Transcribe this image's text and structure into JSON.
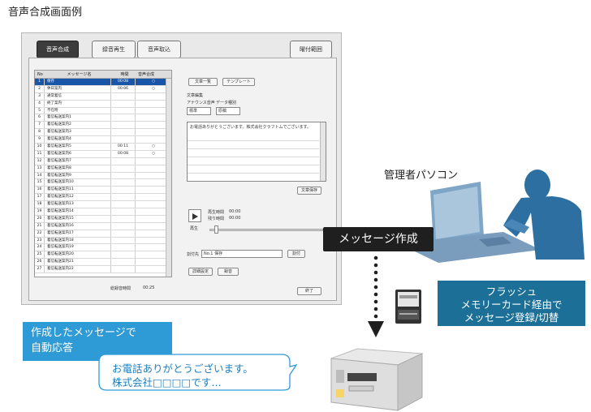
{
  "page_title": "音声合成画面例",
  "app": {
    "tabs": [
      {
        "label": "音声合成",
        "active": true
      },
      {
        "label": "録音再生",
        "active": false
      },
      {
        "label": "音声取込",
        "active": false
      }
    ],
    "right_tab": "曜付範囲",
    "list": {
      "headers": [
        "No",
        "メッセージ名",
        "時間",
        "音声合成"
      ],
      "rows": [
        {
          "num": "1",
          "name": "保存",
          "time": "00:08",
          "flag": "○"
        },
        {
          "num": "2",
          "name": "休日案内",
          "time": "00:06",
          "flag": "○"
        },
        {
          "num": "3",
          "name": "通常着信",
          "time": "",
          "flag": ""
        },
        {
          "num": "4",
          "name": "終了案内",
          "time": "",
          "flag": ""
        },
        {
          "num": "5",
          "name": "不在時",
          "time": "",
          "flag": ""
        },
        {
          "num": "6",
          "name": "着信転送案内1",
          "time": "",
          "flag": ""
        },
        {
          "num": "7",
          "name": "着信転送案内2",
          "time": "",
          "flag": ""
        },
        {
          "num": "8",
          "name": "着信転送案内3",
          "time": "",
          "flag": ""
        },
        {
          "num": "9",
          "name": "着信転送案内4",
          "time": "",
          "flag": ""
        },
        {
          "num": "10",
          "name": "着信転送案内5",
          "time": "00:11",
          "flag": "○"
        },
        {
          "num": "11",
          "name": "着信転送案内6",
          "time": "00:08",
          "flag": "○"
        },
        {
          "num": "12",
          "name": "着信転送案内7",
          "time": "",
          "flag": ""
        },
        {
          "num": "13",
          "name": "着信転送案内8",
          "time": "",
          "flag": ""
        },
        {
          "num": "14",
          "name": "着信転送案内9",
          "time": "",
          "flag": ""
        },
        {
          "num": "15",
          "name": "着信転送案内10",
          "time": "",
          "flag": ""
        },
        {
          "num": "16",
          "name": "着信転送案内11",
          "time": "",
          "flag": ""
        },
        {
          "num": "17",
          "name": "着信転送案内12",
          "time": "",
          "flag": ""
        },
        {
          "num": "18",
          "name": "着信転送案内13",
          "time": "",
          "flag": ""
        },
        {
          "num": "19",
          "name": "着信転送案内14",
          "time": "",
          "flag": ""
        },
        {
          "num": "20",
          "name": "着信転送案内15",
          "time": "",
          "flag": ""
        },
        {
          "num": "21",
          "name": "着信転送案内16",
          "time": "",
          "flag": ""
        },
        {
          "num": "22",
          "name": "着信転送案内17",
          "time": "",
          "flag": ""
        },
        {
          "num": "23",
          "name": "着信転送案内18",
          "time": "",
          "flag": ""
        },
        {
          "num": "24",
          "name": "着信転送案内19",
          "time": "",
          "flag": ""
        },
        {
          "num": "25",
          "name": "着信転送案内20",
          "time": "",
          "flag": ""
        },
        {
          "num": "26",
          "name": "着信転送案内21",
          "time": "",
          "flag": ""
        },
        {
          "num": "27",
          "name": "着信転送案内22",
          "time": "",
          "flag": ""
        }
      ],
      "total_label": "総録音時間",
      "total_value": "00:25"
    },
    "top_buttons": [
      "文章一覧",
      "テンプレート"
    ],
    "edit_label": "文章編集",
    "voice_label": "アナウンス音声",
    "speed_label": "データ種別",
    "voice_value": "標準",
    "speed_value": "原稿",
    "text_content": "お電話ありがとうございます。株式会社クラフトムでございます。",
    "save_text_button": "文章保存",
    "play_label": "再生",
    "time_labels": [
      "再生時間",
      "残り時間"
    ],
    "time_values": [
      "00:00",
      "00:00"
    ],
    "dest_label": "割付先",
    "dest_value": "No.1 保存",
    "dest_button": "割付",
    "detail_button": "詳細設定",
    "record_button": "録音",
    "close_button": "終了"
  },
  "pc_label": "管理者パソコン",
  "message_create": "メッセージ作成",
  "flash_lines": [
    "フラッシュ",
    "メモリーカード経由で",
    "メッセージ登録/切替"
  ],
  "auto_lines": [
    "作成したメッセージで",
    "自動応答"
  ],
  "bubble_lines": [
    "お電話ありがとうございます。",
    "株式会社□□□□です…"
  ],
  "colors": {
    "dark_label": "#1f1f1f",
    "flash_box": "#1c6f96",
    "auto_box": "#2e9ad6",
    "bubble_text": "#1e7fc0",
    "selected_row": "#1a56a8"
  }
}
